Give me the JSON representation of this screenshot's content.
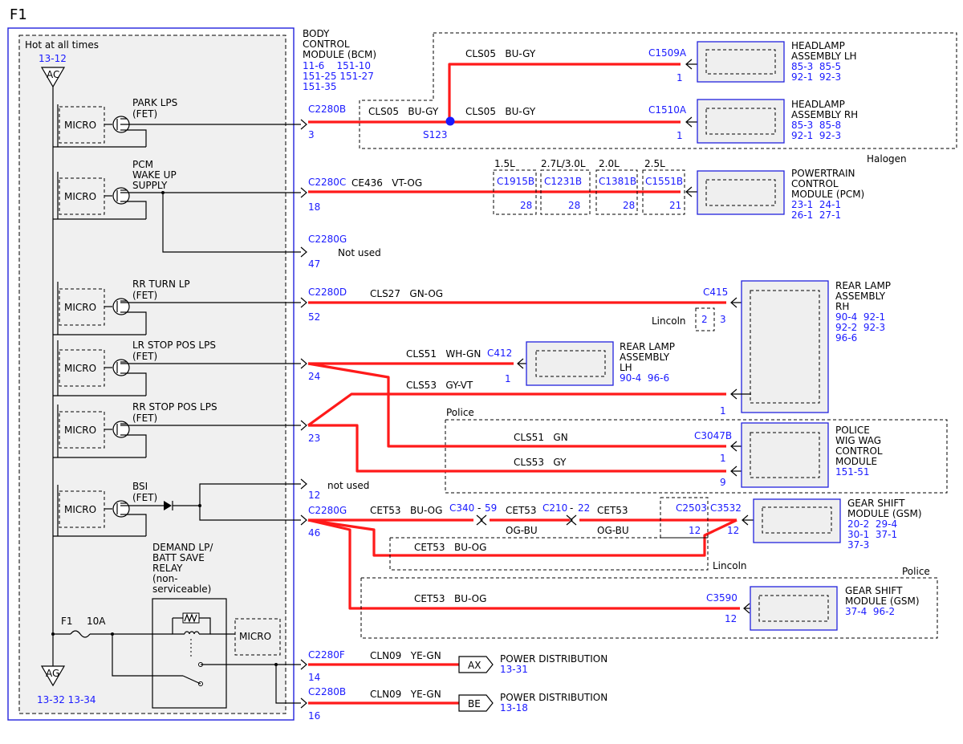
{
  "page_title": "F1",
  "hot_label": "Hot at all times",
  "ref_13_12": "13-12",
  "node_ac": "AC",
  "node_ag": "AG",
  "ref_ag": "13-32 13-34",
  "micro": "MICRO",
  "bcm": {
    "line1": "BODY",
    "line2": "CONTROL",
    "line3": "MODULE (BCM)",
    "refs1": "11-6    151-10",
    "refs2": "151-25 151-27",
    "refs3": "151-35"
  },
  "drivers": {
    "park": {
      "l1": "PARK LPS",
      "l2": "(FET)"
    },
    "pcm": {
      "l1": "PCM",
      "l2": "WAKE UP",
      "l3": "SUPPLY"
    },
    "rrturn": {
      "l1": "RR TURN LP",
      "l2": "(FET)"
    },
    "lrstop": {
      "l1": "LR STOP POS LPS",
      "l2": "(FET)"
    },
    "rrstop": {
      "l1": "RR STOP POS LPS",
      "l2": "(FET)"
    },
    "bsi": {
      "l1": "BSI",
      "l2": "(FET)"
    },
    "demand": {
      "l1": "DEMAND LP/",
      "l2": "BATT SAVE",
      "l3": "RELAY",
      "l4": "(non-",
      "l5": "serviceable)"
    }
  },
  "fuse": {
    "name": "F1",
    "rating": "10A"
  },
  "connectors": {
    "c2280b_top": "C2280B",
    "pin3": "3",
    "c2280c": "C2280C",
    "pin18": "18",
    "c2280g_top": "C2280G",
    "pin47": "47",
    "not_used1": "Not used",
    "c2280d": "C2280D",
    "pin52": "52",
    "pin24": "24",
    "pin23": "23",
    "pin12_nu": "12",
    "not_used2": "not used",
    "c2280g_b": "C2280G",
    "pin46": "46",
    "c2280f": "C2280F",
    "pin14": "14",
    "c2280b_b": "C2280B",
    "pin16": "16"
  },
  "wires": {
    "cls05_a": "CLS05   BU-GY",
    "cls05_b": "CLS05   BU-GY",
    "cls05_c": "CLS05   BU-GY",
    "splice": "S123",
    "ce436": "CE436   VT-OG",
    "cls27": "CLS27   GN-OG",
    "cls51_a": "CLS51   WH-GN",
    "cls53_a": "CLS53   GY-VT",
    "cls51_b": "CLS51   GN",
    "cls53_b": "CLS53   GY",
    "cet53_a": "CET53   BU-OG",
    "cet53_b": "CET53",
    "cet53_c": "CET53",
    "ogbu_1": "OG-BU",
    "ogbu_2": "OG-BU",
    "cet53_d": "CET53   BU-OG",
    "cet53_e": "CET53   BU-OG",
    "cln09_a": "CLN09   YE-GN",
    "cln09_b": "CLN09   YE-GN"
  },
  "components": {
    "hl_lh": {
      "conn": "C1509A",
      "pin": "1",
      "l1": "HEADLAMP",
      "l2": "ASSEMBLY LH",
      "r1": "85-3  85-5",
      "r2": "92-1  92-3"
    },
    "hl_rh": {
      "conn": "C1510A",
      "pin": "1",
      "l1": "HEADLAMP",
      "l2": "ASSEMBLY RH",
      "r1": "85-3  85-8",
      "r2": "92-1  92-3"
    },
    "halogen": "Halogen",
    "pcm": {
      "l1": "POWERTRAIN",
      "l2": "CONTROL",
      "l3": "MODULE (PCM)",
      "r1": "23-1  24-1",
      "r2": "26-1  27-1"
    },
    "engines": [
      {
        "label": "1.5L",
        "conn": "C1915B",
        "pin": "28"
      },
      {
        "label": "2.7L/3.0L",
        "conn": "C1231B",
        "pin": "28"
      },
      {
        "label": "2.0L",
        "conn": "C1381B",
        "pin": "28"
      },
      {
        "label": "2.5L",
        "conn": "C1551B",
        "pin": "21"
      }
    ],
    "rear_rh": {
      "conn": "C415",
      "l1": "REAR LAMP",
      "l2": "ASSEMBLY",
      "l3": "RH",
      "r1": "90-4  92-1",
      "r2": "92-2  92-3",
      "r3": "96-6",
      "lincoln": "Lincoln",
      "pin2": "2",
      "pin3": "3",
      "pin1": "1"
    },
    "rear_lh": {
      "conn": "C412",
      "pin": "1",
      "l1": "REAR LAMP",
      "l2": "ASSEMBLY",
      "l3": "LH",
      "r1": "90-4  96-6"
    },
    "police_label": "Police",
    "wigwag": {
      "conn": "C3047B",
      "pin1": "1",
      "pin9": "9",
      "l1": "POLICE",
      "l2": "WIG WAG",
      "l3": "CONTROL",
      "l4": "MODULE",
      "r1": "151-51"
    },
    "inline": {
      "c340": "C340",
      "dash1": "-",
      "p59": "59",
      "c210": "C210",
      "dash2": "-",
      "p22": "22"
    },
    "gsm1": {
      "c2503": "C2503",
      "c3532": "C3532",
      "pin12a": "12",
      "pin12b": "12",
      "l1": "GEAR SHIFT",
      "l2": "MODULE (GSM)",
      "r1": "20-2  29-4",
      "r2": "30-1  37-1",
      "r3": "37-3",
      "lincoln": "Lincoln"
    },
    "police2": "Police",
    "gsm2": {
      "conn": "C3590",
      "pin": "12",
      "l1": "GEAR SHIFT",
      "l2": "MODULE (GSM)",
      "r1": "37-4  96-2"
    },
    "ax": {
      "name": "AX",
      "l1": "POWER DISTRIBUTION",
      "r1": "13-31"
    },
    "be": {
      "name": "BE",
      "l1": "POWER DISTRIBUTION",
      "r1": "13-18"
    }
  }
}
